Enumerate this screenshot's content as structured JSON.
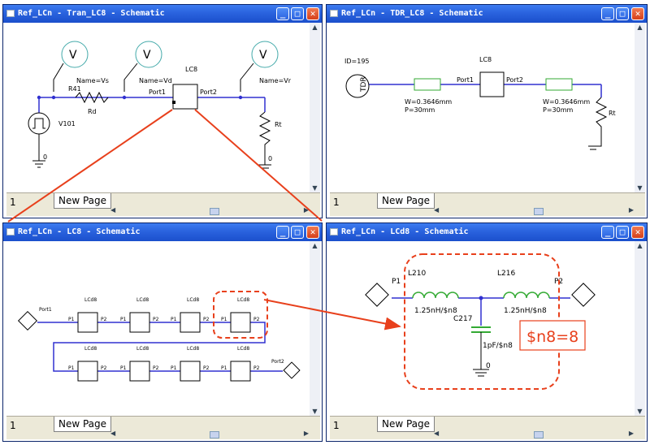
{
  "windows": {
    "tran": {
      "title": "Ref_LCn - Tran_LC8 - Schematic",
      "page_number": "1",
      "page_tab": "New Page",
      "labels": {
        "vs": "Name=Vs",
        "vd": "Name=Vd",
        "vr": "Name=Vr",
        "r41": "R41",
        "rd": "Rd",
        "lc8": "LC8",
        "port1": "Port1",
        "port2": "Port2",
        "v101": "V101",
        "rt": "Rt",
        "gnd1": "0",
        "gnd2": "0",
        "v_sym": "V"
      }
    },
    "tdr": {
      "title": "Ref_LCn - TDR_LC8 - Schematic",
      "page_number": "1",
      "page_tab": "New Page",
      "labels": {
        "id": "ID=195",
        "tdr": "TDR",
        "lc8": "LC8",
        "port1": "Port1",
        "port2": "Port2",
        "w1": "W=0.3646mm",
        "p1": "P=30mm",
        "w2": "W=0.3646mm",
        "p2": "P=30mm",
        "rt": "Rt"
      }
    },
    "lc8": {
      "title": "Ref_LCn - LC8 - Schematic",
      "page_number": "1",
      "page_tab": "New Page",
      "labels": {
        "port1": "Port1",
        "port2": "Port2",
        "cell": "LCd8",
        "p1": "P1",
        "p2": "P2"
      }
    },
    "lcd8": {
      "title": "Ref_LCn - LCd8 - Schematic",
      "page_number": "1",
      "page_tab": "New Page",
      "labels": {
        "p1": "P1",
        "p2": "P2",
        "l210": "L210",
        "l216": "L216",
        "l210_val": "1.25nH/$n8",
        "l216_val": "1.25nH/$n8",
        "c217": "C217",
        "c217_val": "1pF/$n8",
        "gnd": "0",
        "annotation": "$n8=8"
      }
    }
  },
  "colors": {
    "title_bar": "#2a63de",
    "wire": "#3030d0",
    "annotation": "#e8401c"
  }
}
